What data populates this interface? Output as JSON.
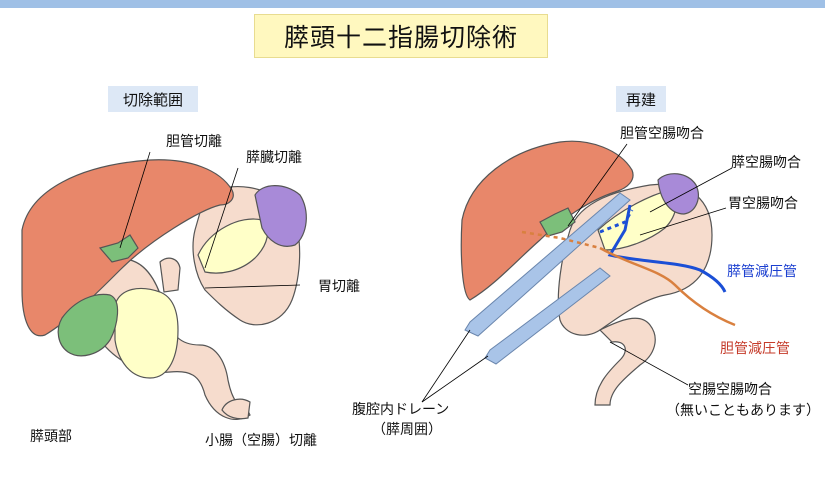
{
  "title": "膵頭十二指腸切除術",
  "left_panel": {
    "heading": "切除範囲",
    "labels": {
      "bile_duct_cut": "胆管切離",
      "pancreas_cut": "膵臓切離",
      "stomach_cut": "胃切離",
      "pancreatic_head": "膵頭部",
      "jejunum_cut": "小腸（空腸）切離"
    }
  },
  "right_panel": {
    "heading": "再建",
    "labels": {
      "hepaticojejunostomy": "胆管空腸吻合",
      "pancreaticojejunostomy": "膵空腸吻合",
      "gastrojejunostomy": "胃空腸吻合",
      "pancreatic_stent": "膵管減圧管",
      "biliary_stent": "胆管減圧管",
      "jejunojejunostomy": "空腸空腸吻合",
      "jejunojejunostomy_note": "（無いこともあります）",
      "drain": "腹腔内ドレーン",
      "drain_note": "（膵周囲）"
    }
  },
  "colors": {
    "liver": "#e8876a",
    "stomach_intestine": "#f6dccd",
    "pancreas": "#ffffc8",
    "gallbladder": "#7cbf7a",
    "spleen": "#a88ad8",
    "drain_tube": "#a9c4e8",
    "pancreatic_stent": "#1b4fd6",
    "biliary_stent": "#d9803f"
  }
}
